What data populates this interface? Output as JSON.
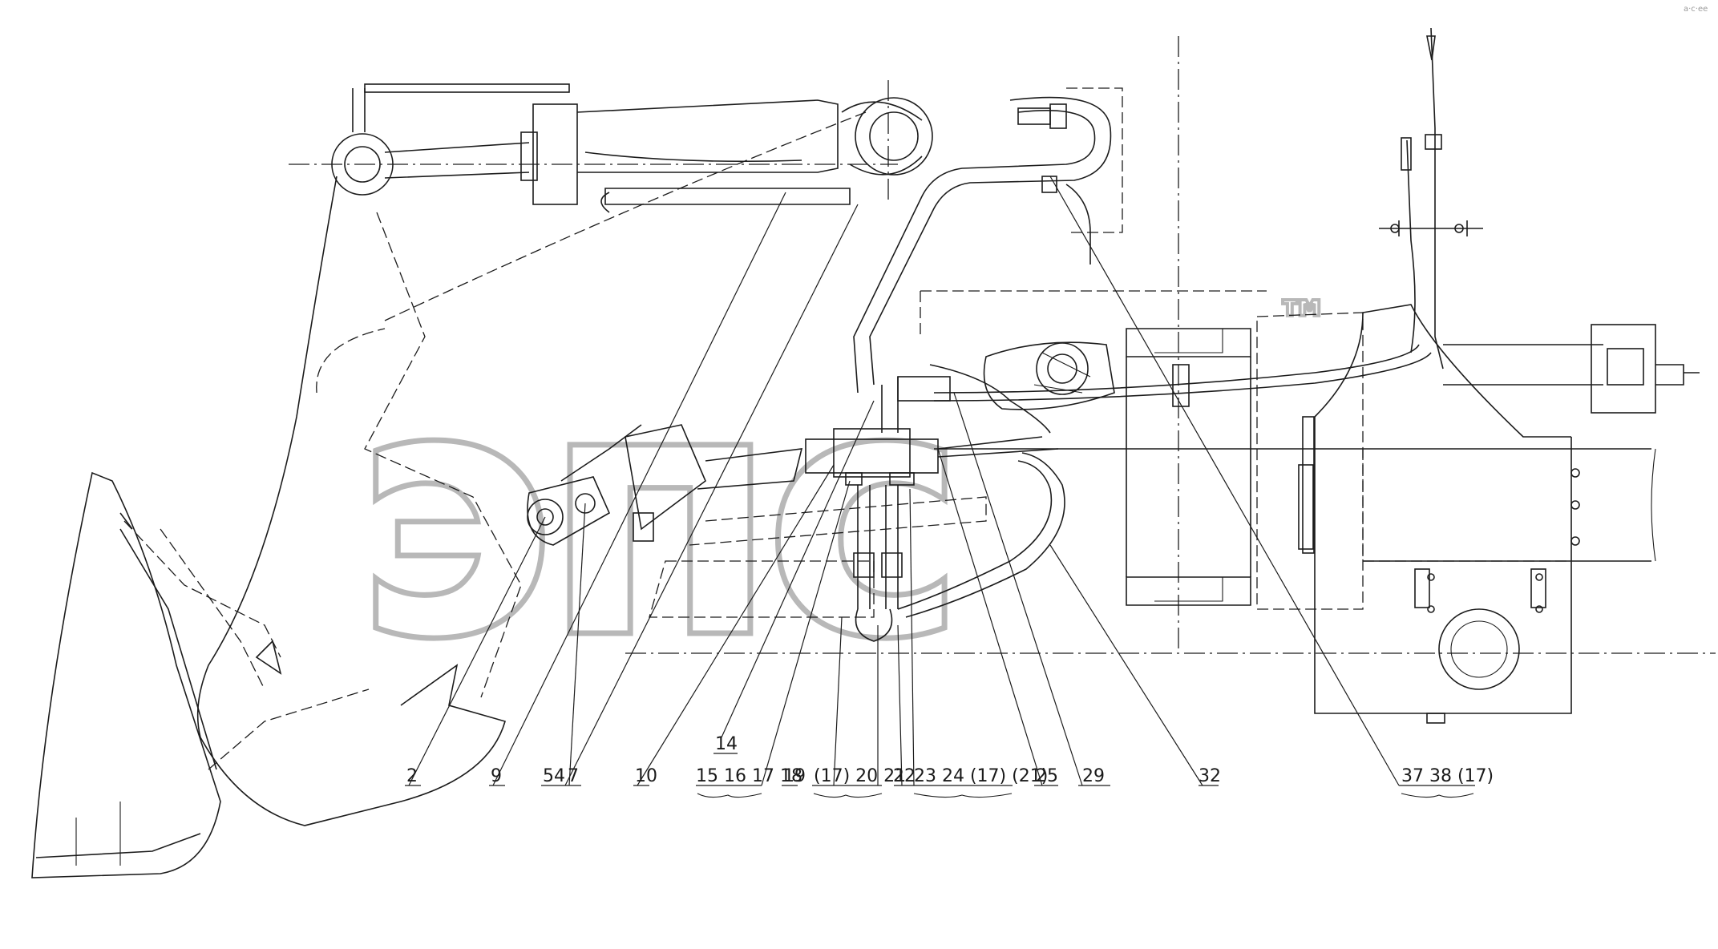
{
  "watermark": {
    "text": "эпс",
    "trademark": "™"
  },
  "corner_mark": "a·c·ee",
  "callouts": [
    {
      "id": "c2",
      "text": "2"
    },
    {
      "id": "c9",
      "text": "9"
    },
    {
      "id": "c54",
      "text": "54"
    },
    {
      "id": "c7",
      "text": "7"
    },
    {
      "id": "c10",
      "text": "10"
    },
    {
      "id": "c14",
      "text": "14"
    },
    {
      "id": "c15",
      "text": "15 16 17 18"
    },
    {
      "id": "c19",
      "text": "19"
    },
    {
      "id": "c17a",
      "text": "(17)  20  21"
    },
    {
      "id": "c22",
      "text": "22"
    },
    {
      "id": "c23",
      "text": "23  24  (17)  (21)"
    },
    {
      "id": "c25",
      "text": "25"
    },
    {
      "id": "c29",
      "text": "29"
    },
    {
      "id": "c32",
      "text": "32"
    },
    {
      "id": "c37",
      "text": "37  38  (17)"
    }
  ]
}
